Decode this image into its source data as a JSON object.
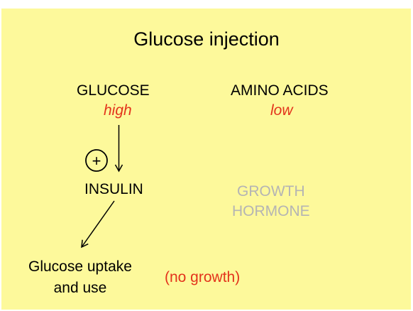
{
  "title": "Glucose injection",
  "glucose": {
    "label": "GLUCOSE",
    "level": "high"
  },
  "amino_acids": {
    "label": "AMINO ACIDS",
    "level": "low"
  },
  "insulin": {
    "label": "INSULIN",
    "stimulation_symbol": "+"
  },
  "growth_hormone": {
    "lines": [
      "GROWTH",
      "HORMONE"
    ]
  },
  "outcome": {
    "lines": [
      "Glucose uptake",
      "and use"
    ]
  },
  "note": "(no growth)",
  "colors": {
    "background": "#fdf99b",
    "text": "#000000",
    "level_red": "#e3331c",
    "inactive_gray": "#b4b4b4"
  }
}
